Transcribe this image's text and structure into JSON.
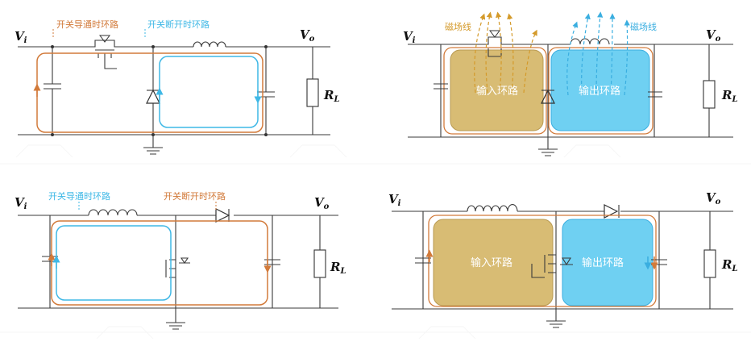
{
  "colors": {
    "input_loop": "#d27a3a",
    "output_loop": "#3fb8e6",
    "input_fill": "#d8bc74",
    "output_fill": "#6fd0f2",
    "wire": "#3a3a3a",
    "field_input": "#d49a2a",
    "field_output": "#3aaee0"
  },
  "labels": {
    "vi_main": "V",
    "vi_sub": "i",
    "vo_main": "V",
    "vo_sub": "o",
    "rl_main": "R",
    "rl_sub": "L",
    "on_loop": "开关导通时环路",
    "off_loop": "开关断开时环路",
    "magnetic": "磁场线",
    "input_loop": "输入环路",
    "output_loop": "输出环路"
  },
  "panels": [
    {
      "id": "buck-loops",
      "on_label": "开关导通时环路",
      "off_label": "开关断开时环路"
    },
    {
      "id": "buck-magnetic",
      "field_label_left": "磁场线",
      "field_label_right": "磁场线",
      "input_label": "输入环路",
      "output_label": "输出环路"
    },
    {
      "id": "boost-loops",
      "on_label": "开关导通时环路",
      "off_label": "开关断开时环路"
    },
    {
      "id": "boost-areas",
      "input_label": "输入环路",
      "output_label": "输出环路"
    }
  ]
}
